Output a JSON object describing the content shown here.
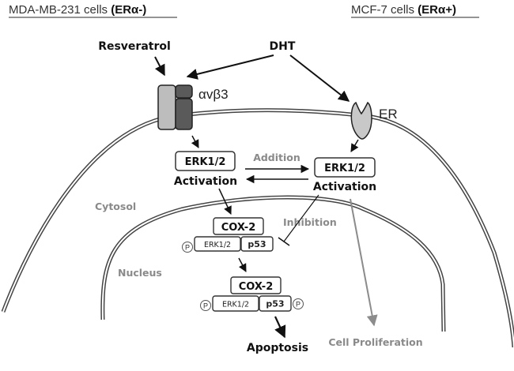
{
  "headers": {
    "left": {
      "prefix": "MDA-MB-231 cells ",
      "bold": "(ERα-)"
    },
    "right": {
      "prefix": "MCF-7 cells ",
      "bold": "(ERα+)"
    }
  },
  "ligands": {
    "resveratrol": "Resveratrol",
    "dht": "DHT"
  },
  "receptors": {
    "integrin": "αvβ3",
    "er": "ER"
  },
  "compartments": {
    "cytosol": "Cytosol",
    "nucleus": "Nucleus"
  },
  "nodes": {
    "erk_left": {
      "box": "ERK1/2",
      "caption": "Activation"
    },
    "erk_right": {
      "box": "ERK1/2",
      "caption": "Activation"
    },
    "complex1": {
      "top": "COX-2",
      "left": "ERK1/2",
      "right": "p53",
      "phospho": "P"
    },
    "complex2": {
      "top": "COX-2",
      "left": "ERK1/2",
      "right": "p53",
      "phospho": "P"
    }
  },
  "edges": {
    "addition": "Addition",
    "inhibition": "Inhibition"
  },
  "outcomes": {
    "apoptosis": "Apoptosis",
    "proliferation": "Cell Proliferation"
  },
  "colors": {
    "integrin_light": "#bdbdbd",
    "integrin_dark": "#5a5a5a",
    "er_fill": "#c8c8c8",
    "gray_text": "#8a8a8a",
    "gray_arrow": "#8c8c8c"
  }
}
